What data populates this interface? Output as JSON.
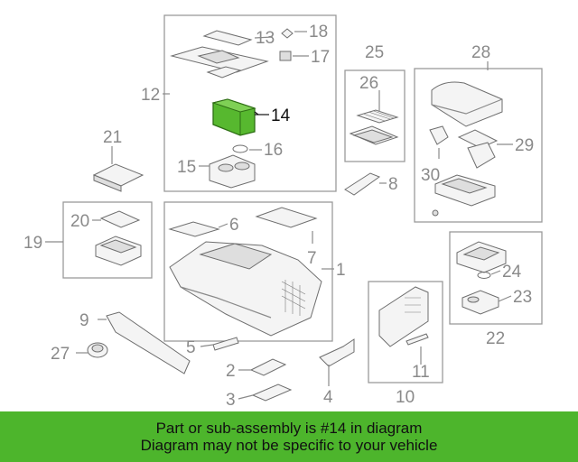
{
  "diagram": {
    "callouts": [
      "1",
      "2",
      "3",
      "4",
      "5",
      "6",
      "7",
      "8",
      "9",
      "10",
      "11",
      "12",
      "13",
      "14",
      "15",
      "16",
      "17",
      "18",
      "19",
      "20",
      "21",
      "22",
      "23",
      "24",
      "25",
      "26",
      "27",
      "28",
      "29",
      "30"
    ],
    "highlighted_part": "14",
    "highlight_color": "#57b82f"
  },
  "banner": {
    "line1": "Part or sub-assembly is #14 in diagram",
    "line2": "Diagram may not be specific to your vehicle",
    "background": "#4db52c"
  }
}
